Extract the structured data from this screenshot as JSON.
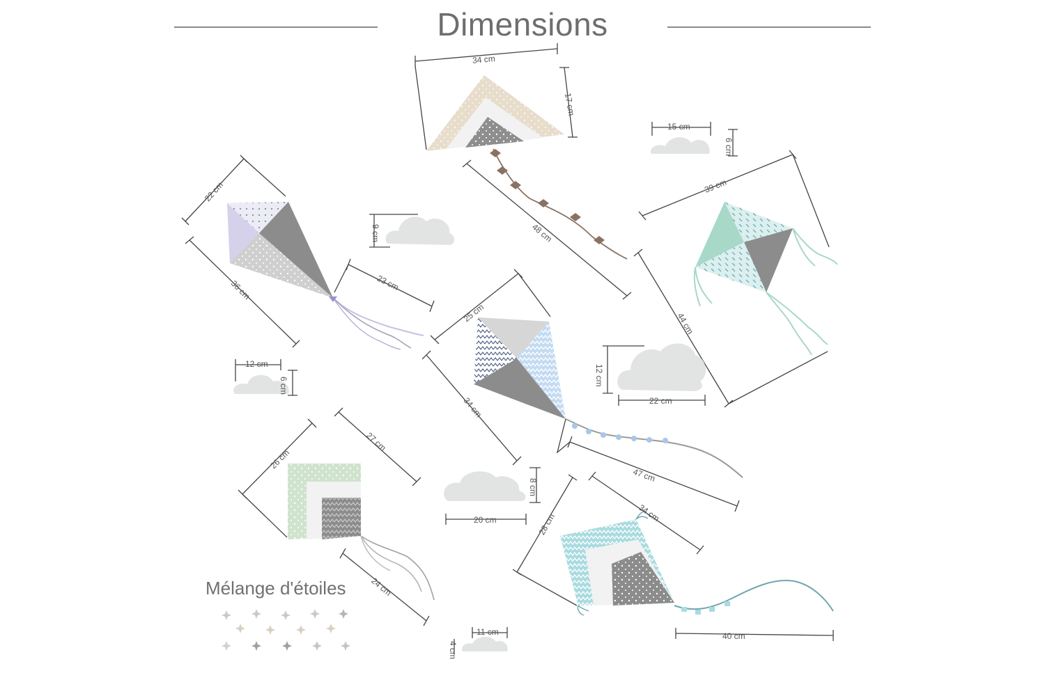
{
  "title": "Dimensions",
  "mix_label": "Mélange d'étoiles",
  "colors": {
    "dimension_line": "#444444",
    "sand": "#e8dccb",
    "lavender": "#d6d1ea",
    "mint": "#a8d8c8",
    "sky": "#c3dbf2",
    "aqua": "#a9dbe0",
    "sage": "#cfe3cd",
    "gray": "#8c8c8c",
    "cloud": "#e2e4e4"
  },
  "labels": {
    "k1_width": "34 cm",
    "k1_height": "17 cm",
    "k1_tail": "48 cm",
    "c1_w": "15 cm",
    "c1_h": "6 cm",
    "k2_top": "22 cm",
    "k2_side": "36 cm",
    "k2_tail": "23 cm",
    "c2_h": "9 cm",
    "k3_width": "39 cm",
    "k3_height": "44 cm",
    "k4_top": "25 cm",
    "k4_side": "34 cm",
    "k4_tail": "47 cm",
    "c3_w": "12 cm",
    "c3_h": "6 cm",
    "c4_h": "12 cm",
    "c4_w": "22 cm",
    "k5_left": "26 cm",
    "k5_right": "27 cm",
    "k5_tail": "24 cm",
    "c5_h": "8 cm",
    "c5_w": "20 cm",
    "k6_left": "28 cm",
    "k6_right": "34 cm",
    "k6_tail": "40 cm",
    "c6_w": "11 cm",
    "c6_h": "4 cm"
  }
}
